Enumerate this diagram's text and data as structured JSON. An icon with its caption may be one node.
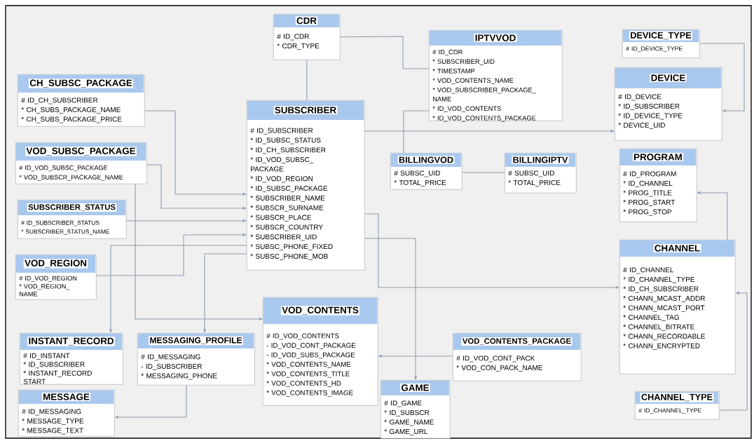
{
  "diagram": {
    "nodes": [
      {
        "text": [
          "CDR",
          "# ID_CDR",
          "* CDR_TYPE"
        ]
      },
      {
        "text": [
          "IPTVVOD",
          "# ID_CDR",
          "* SUBSCRIBER_UID",
          "* TIMESTAMP",
          "* VOD_CONTENTS_NAME",
          "* VOD_SUBSCRIBER_PACKAGE_ NAME",
          "* ID_VOD_CONTENTS",
          "* ID_VOD_CONTENTS_PACKAGE"
        ]
      },
      {
        "text": [
          "DEVICE_TYPE",
          "# ID_DEVICE_TYPE"
        ]
      },
      {
        "text": [
          "CH_SUBSC_PACKAGE",
          "# ID_CH_SUBSCRIBER",
          "* CH_SUBS_PACKAGE_NAME",
          "* CH_SUBS_PACKAGE_PRICE"
        ]
      },
      {
        "text": [
          "DEVICE",
          "# ID_DEVICE",
          "* ID_SUBSCRIBER",
          "* ID_DEVICE_TYPE",
          "* DEVICE_UID"
        ]
      },
      {
        "text": [
          "SUBSCRIBER",
          "# ID_SUBSCRIBER",
          "* ID_SUBSC_STATUS",
          "* ID_CH_SUBSCRIBER",
          "* ID_VOD_SUBSC_ PACKAGE",
          "* ID_VOD_REGION",
          "* ID_SUBSC_PACKAGE",
          "* SUBSCRIBER_NAME",
          "* SUBSCR_SURNAME",
          "* SUBSCR_PLACE",
          "* SUBSCR_COUNTRY",
          "* SUBSCRIBER_UID",
          "* SUBSC_PHONE_FIXED",
          "* SUBSC_PHONE_MOB"
        ]
      },
      {
        "text": [
          "VOD_SUBSC_PACKAGE",
          "# ID_VOD_SUBSC_PACKAGE",
          "* VOD_SUBSCR_PACKAGE_NAME"
        ]
      },
      {
        "text": [
          "BILLINGVOD",
          "# SUBSC_UID",
          "* TOTAL_PRICE"
        ]
      },
      {
        "text": [
          "BILLINGIPTV",
          "# SUBSC_UID",
          "* TOTAL_PRICE"
        ]
      },
      {
        "text": [
          "PROGRAM",
          "# ID_PROGRAM",
          "* ID_CHANNEL",
          "* PROG_TITLE",
          "* PROG_START",
          "* PROG_STOP"
        ]
      },
      {
        "text": [
          "SUBSCRIBER_STATUS",
          "# ID_SUBSCRIBER_STATUS",
          "* SUBSCRIBER_STATUS_NAME"
        ]
      },
      {
        "text": [
          "CHANNEL",
          "# ID_CHANNEL",
          "* ID_CHANNEL_TYPE",
          "* ID_CH_SUBSCRIBER",
          "* CHANN_MCAST_ADDR",
          "* CHANN_MCAST_PORT",
          "* CHANNEL_TAG",
          "* CHANNEL_BITRATE",
          "* CHANN_RECORDABLE",
          "* CHANN_ENCRYPTED"
        ]
      },
      {
        "text": [
          "VOD_REGION",
          "# ID_VOD_REGION",
          "* VOD_REGION_ NAME"
        ]
      },
      {
        "text": [
          "VOD_CONTENTS",
          "# ID_VOD_CONTENTS",
          "- ID_VOD_CONT_PACKAGE",
          "- ID_VOD_SUBS_PACKAGE",
          "* VOD_CONTENTS_NAME",
          "* VOD_CONTENTS_TITLE",
          "* VOD_CONTENTS_HD",
          "* VOD_CONTENTS_IMAGE"
        ]
      },
      {
        "text": [
          "INSTANT_RECORD",
          "# ID_INSTANT",
          "* ID_SUBSCRIBER",
          "* INSTANT_RECORD START"
        ]
      },
      {
        "text": [
          "MESSAGING_PROFILE",
          "# ID_MESSAGING",
          "- ID_SUBSCRIBER",
          "* MESSAGING_PHONE"
        ]
      },
      {
        "text": [
          "VOD_CONTENTS_PACKAGE",
          "# ID_VOD_CONT_PACK",
          "* VOD_CON_PACK_NAME"
        ]
      },
      {
        "text": [
          "GAME",
          "# ID_GAME",
          "* ID_SUBSCR",
          "* GAME_NAME",
          "* GAME_URL"
        ]
      },
      {
        "text": [
          "MESSAGE",
          "# ID_MESSAGING",
          "* MESSAGE_TYPE",
          "* MESSAGE_TEXT"
        ]
      },
      {
        "text": [
          "CHANNEL_TYPE",
          "# ID_CHANNEL_TYPE"
        ]
      }
    ],
    "edges": [
      {
        "from": 0,
        "to": 5,
        "arrow": "none"
      },
      {
        "from": 0,
        "to": 1,
        "arrow": "none"
      },
      {
        "from": 3,
        "to": 5,
        "arrow": "to"
      },
      {
        "from": 6,
        "to": 5,
        "arrow": "to"
      },
      {
        "from": 10,
        "to": 5,
        "arrow": "to"
      },
      {
        "from": 12,
        "to": 5,
        "arrow": "to"
      },
      {
        "from": 5,
        "to": 4,
        "arrow": "to"
      },
      {
        "from": 1,
        "to": 7,
        "arrow": "none"
      },
      {
        "from": 7,
        "to": 8,
        "arrow": "none"
      },
      {
        "from": 2,
        "to": 4,
        "arrow": "to"
      },
      {
        "from": 11,
        "to": 9,
        "arrow": "to"
      },
      {
        "from": 5,
        "to": 11,
        "arrow": "to"
      },
      {
        "from": 19,
        "to": 11,
        "arrow": "to"
      },
      {
        "from": 5,
        "to": 14,
        "arrow": "to"
      },
      {
        "from": 5,
        "to": 15,
        "arrow": "to"
      },
      {
        "from": 15,
        "to": 18,
        "arrow": "to"
      },
      {
        "from": 6,
        "to": 13,
        "arrow": "to"
      },
      {
        "from": 16,
        "to": 13,
        "arrow": "to"
      },
      {
        "from": 5,
        "to": 17,
        "arrow": "to"
      }
    ]
  }
}
